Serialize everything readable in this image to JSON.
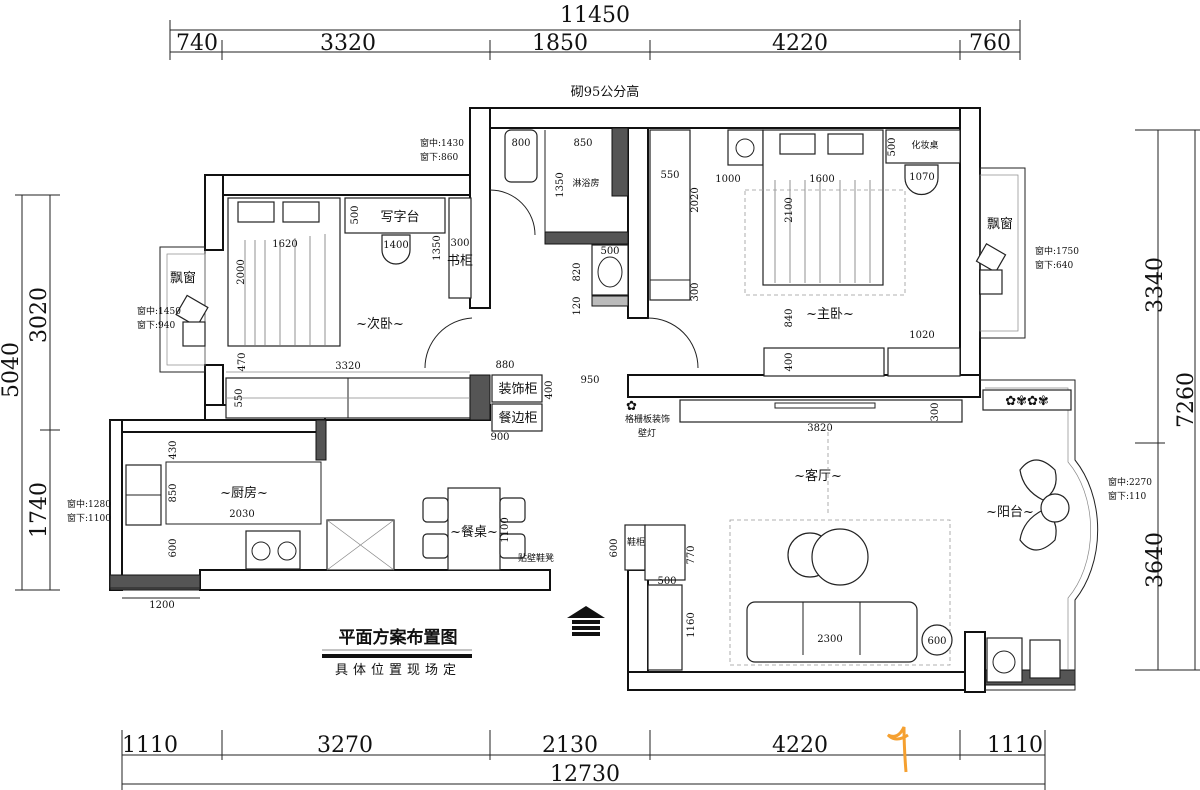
{
  "title": "平面方案布置图",
  "subtitle": "具体位置现场定",
  "dimensions": {
    "top_total": "11450",
    "top_segments": [
      "740",
      "3320",
      "1850",
      "4220",
      "760"
    ],
    "bottom_total": "12730",
    "bottom_segments": [
      "1110",
      "3270",
      "2130",
      "4220",
      "1110"
    ],
    "left_total": "5040",
    "left_segments": [
      "3020",
      "1740"
    ],
    "right_total": "7260",
    "right_segments": [
      "3340",
      "3640"
    ]
  },
  "top_note": "砌95公分高",
  "rooms": {
    "second_bedroom": "~次卧~",
    "master_bedroom": "~主卧~",
    "kitchen": "~厨房~",
    "dining": "~餐桌~",
    "living": "~客厅~",
    "balcony": "~阳台~",
    "bay_window_left": "飘窗",
    "bay_window_right": "飘窗",
    "shower": "淋浴房"
  },
  "furniture_labels": {
    "desk": "写字台",
    "bookcase": "书柜",
    "decor_cabinet": "装饰柜",
    "sideboard": "餐边柜",
    "dresser": "化妆桌",
    "shoe_cabinet": "鞋柜",
    "shoe_bench": "贴壁鞋凳",
    "wall_lamp_1": "格栅板装饰",
    "wall_lamp_2": "壁灯"
  },
  "windows": [
    {
      "center": "窗中:1430",
      "sill": "窗下:860"
    },
    {
      "center": "窗中:1450",
      "sill": "窗下:940"
    },
    {
      "center": "窗中:1750",
      "sill": "窗下:640"
    },
    {
      "center": "窗中:1280",
      "sill": "窗下:1100"
    },
    {
      "center": "窗中:2270",
      "sill": "窗下:110"
    }
  ],
  "inner_dims": {
    "d800": "800",
    "d850": "850",
    "d1350a": "1350",
    "d500a": "500",
    "d820": "820",
    "d120": "120",
    "d550": "550",
    "d2020": "2020",
    "d300a": "300",
    "d1000": "1000",
    "d1600": "1600",
    "d2100": "2100",
    "d500b": "500",
    "d1070": "1070",
    "d840": "840",
    "d1020": "1020",
    "d400a": "400",
    "d500c": "500",
    "d1400": "1400",
    "d1350b": "1350",
    "d300b": "300",
    "d1620": "1620",
    "d2000": "2000",
    "d470": "470",
    "d3320": "3320",
    "d550b": "550",
    "d880": "880",
    "d950": "950",
    "d400b": "400",
    "d900": "900",
    "d300c": "300",
    "d3820": "3820",
    "d430": "430",
    "d850b": "850",
    "d2030": "2030",
    "d600a": "600",
    "d1200": "1200",
    "d1100": "1100",
    "d600b": "600",
    "d770": "770",
    "d500d": "500",
    "d1160": "1160",
    "d2300": "2300",
    "d600c": "600"
  },
  "colors": {
    "line": "#111111",
    "watermark": "#f5a030"
  }
}
